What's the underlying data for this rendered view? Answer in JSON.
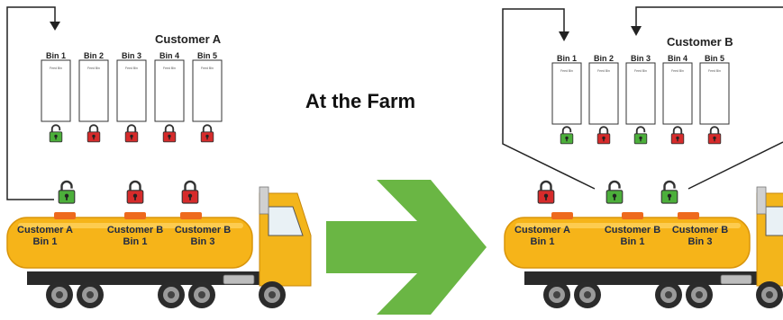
{
  "center_title": "At the Farm",
  "colors": {
    "unlocked": "#4caf3b",
    "locked": "#d62b2b",
    "arrow": "#6ab644",
    "tank": "#f6b419",
    "cab": "#f3b51b",
    "line": "#222222"
  },
  "left_panel": {
    "customer": "Customer A",
    "bins": [
      {
        "label": "Bin 1",
        "sub": "Feed Bin",
        "lock": "unlocked"
      },
      {
        "label": "Bin 2",
        "sub": "Feed Bin",
        "lock": "locked"
      },
      {
        "label": "Bin 3",
        "sub": "Feed Bin",
        "lock": "locked"
      },
      {
        "label": "Bin 4",
        "sub": "Feed Bin",
        "lock": "locked"
      },
      {
        "label": "Bin 5",
        "sub": "Feed Bin",
        "lock": "locked"
      }
    ],
    "truck_locks": [
      "unlocked",
      "locked",
      "locked"
    ],
    "compartments": [
      {
        "name": "Customer A",
        "bin": "Bin 1"
      },
      {
        "name": "Customer B",
        "bin": "Bin 1"
      },
      {
        "name": "Customer B",
        "bin": "Bin 3"
      }
    ]
  },
  "right_panel": {
    "customer": "Customer B",
    "bins": [
      {
        "label": "Bin 1",
        "sub": "Feed Bin",
        "lock": "unlocked"
      },
      {
        "label": "Bin 2",
        "sub": "Feed Bin",
        "lock": "locked"
      },
      {
        "label": "Bin 3",
        "sub": "Feed Bin",
        "lock": "unlocked"
      },
      {
        "label": "Bin 4",
        "sub": "Feed Bin",
        "lock": "locked"
      },
      {
        "label": "Bin 5",
        "sub": "Feed Bin",
        "lock": "locked"
      }
    ],
    "truck_locks": [
      "locked",
      "unlocked",
      "unlocked"
    ],
    "compartments": [
      {
        "name": "Customer A",
        "bin": "Bin 1"
      },
      {
        "name": "Customer B",
        "bin": "Bin 1"
      },
      {
        "name": "Customer B",
        "bin": "Bin 3"
      }
    ]
  }
}
